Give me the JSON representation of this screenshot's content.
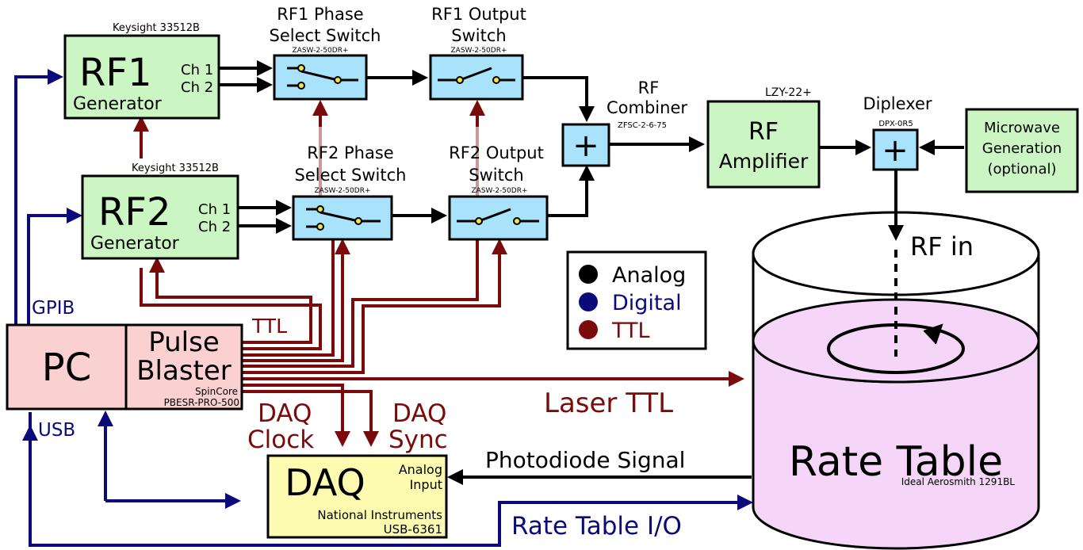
{
  "rf1": {
    "model": "Keysight 33512B",
    "title": "RF1",
    "subtitle": "Generator",
    "ch1": "Ch 1",
    "ch2": "Ch 2"
  },
  "rf2": {
    "model": "Keysight 33512B",
    "title": "RF2",
    "subtitle": "Generator",
    "ch1": "Ch 1",
    "ch2": "Ch 2"
  },
  "rf1_phase_switch": {
    "label_line1": "RF1 Phase",
    "label_line2": "Select Switch",
    "part": "ZASW-2-50DR+"
  },
  "rf1_output_switch": {
    "label_line1": "RF1 Output",
    "label_line2": "Switch",
    "part": "ZASW-2-50DR+"
  },
  "rf2_phase_switch": {
    "label_line1": "RF2 Phase",
    "label_line2": "Select Switch",
    "part": "ZASW-2-50DR+"
  },
  "rf2_output_switch": {
    "label_line1": "RF2 Output",
    "label_line2": "Switch",
    "part": "ZASW-2-50DR+"
  },
  "combiner": {
    "label_line1": "RF",
    "label_line2": "Combiner",
    "part": "ZFSC-2-6-75",
    "symbol": "+"
  },
  "amplifier": {
    "part": "LZY-22+",
    "line1": "RF",
    "line2": "Amplifier"
  },
  "diplexer": {
    "label": "Diplexer",
    "part": "DPX-0R5",
    "symbol": "+"
  },
  "microwave": {
    "line1": "Microwave",
    "line2": "Generation",
    "line3": "(optional)"
  },
  "pc": {
    "label": "PC"
  },
  "pulseblaster": {
    "line1": "Pulse",
    "line2": "Blaster",
    "maker": "SpinCore",
    "model": "PBESR-PRO-500"
  },
  "daq": {
    "label": "DAQ",
    "input_line1": "Analog",
    "input_line2": "Input",
    "maker": "National Instruments",
    "model": "USB-6361"
  },
  "rate_table": {
    "label": "Rate Table",
    "model": "Ideal Aerosmith 1291BL",
    "rf_in": "RF in"
  },
  "legend": {
    "analog": "Analog",
    "digital": "Digital",
    "ttl": "TTL"
  },
  "labels": {
    "gpib": "GPIB",
    "usb": "USB",
    "ttl": "TTL",
    "laser_ttl": "Laser TTL",
    "daq_clock_1": "DAQ",
    "daq_clock_2": "Clock",
    "daq_sync_1": "DAQ",
    "daq_sync_2": "Sync",
    "photodiode": "Photodiode Signal",
    "rate_table_io": "Rate Table I/O"
  },
  "colors": {
    "analog": "#000000",
    "digital": "#0a0a7a",
    "ttl": "#7b0a0a",
    "generator": "#ccf5c4",
    "switch": "#a8e3fb",
    "pc": "#fad0d0",
    "daq": "#fdfbb0",
    "rate_table": "#f5d6f8"
  }
}
